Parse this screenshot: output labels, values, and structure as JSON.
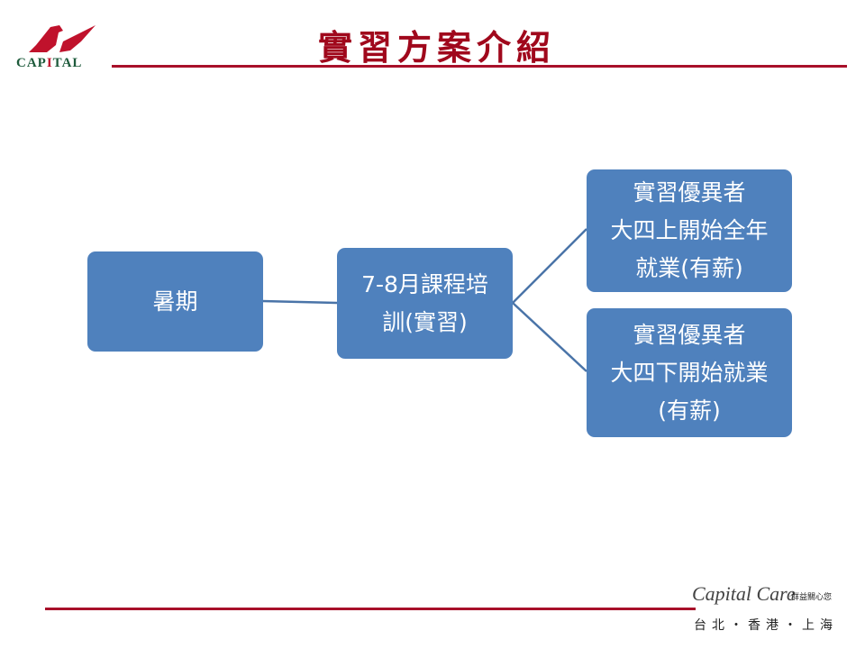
{
  "header": {
    "title": "實習方案介紹",
    "logo_text": "CAPITAL",
    "accent_color": "#A0081C"
  },
  "diagram": {
    "node_summer": "暑期",
    "node_training": "7-8月課程培\n訓(實習)",
    "node_outcome_1": "實習優異者\n大四上開始全年\n就業(有薪)",
    "node_outcome_2": "實習優異者\n大四下開始就業\n(有薪)",
    "box_color": "#4F81BD"
  },
  "footer": {
    "brand": "Capital Care",
    "slogan": "群益關心您",
    "cities": "台北・香港・上海"
  }
}
